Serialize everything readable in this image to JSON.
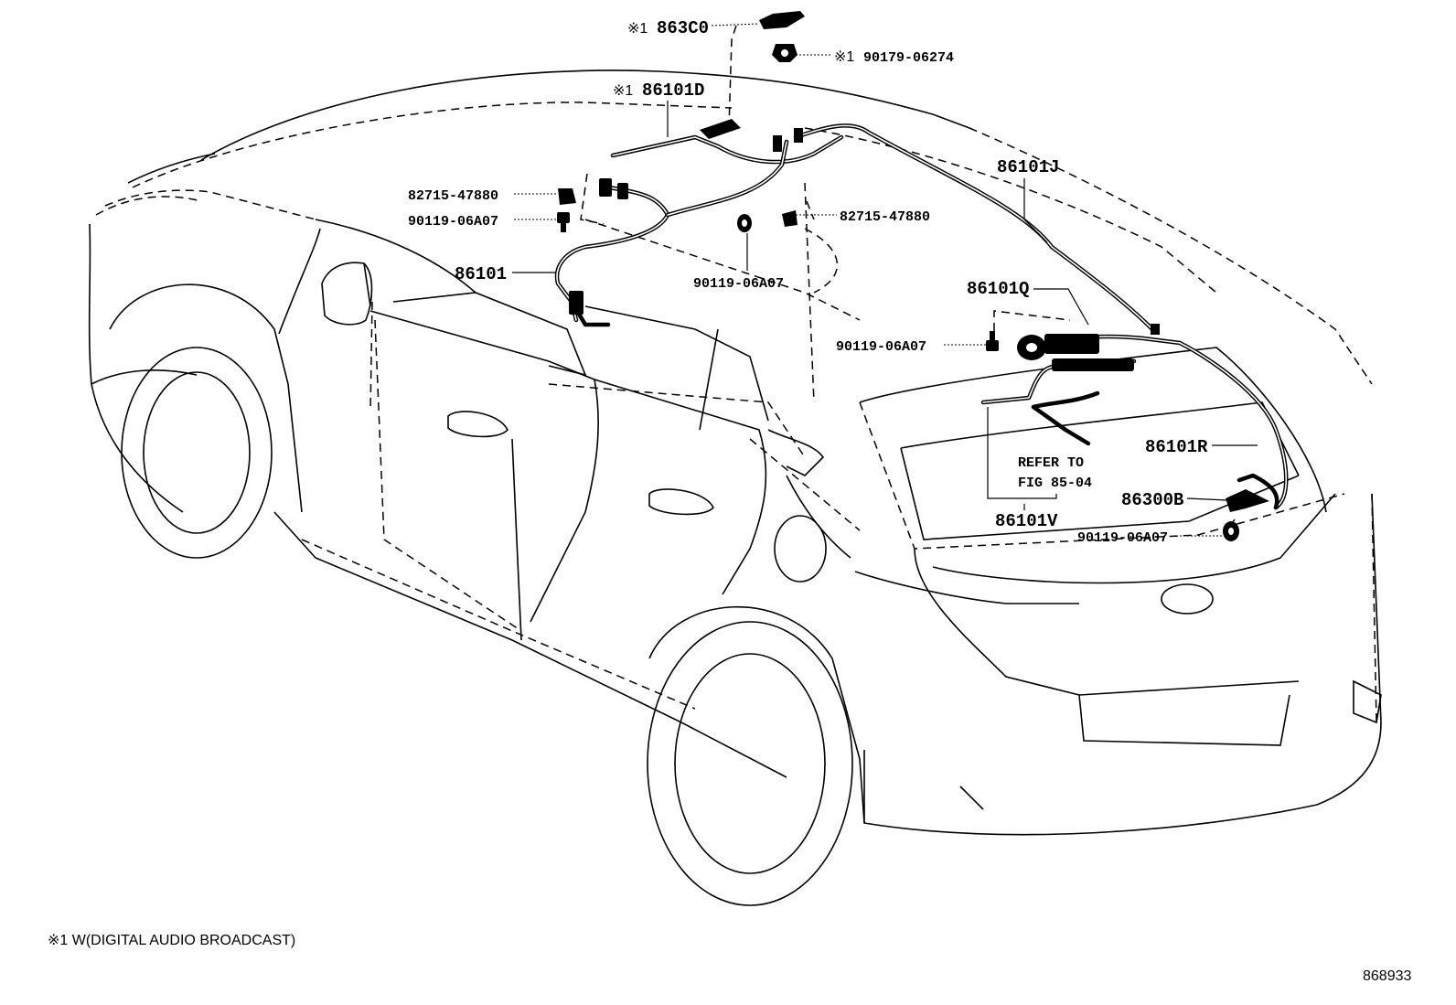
{
  "labels": {
    "p863c0": {
      "mark": "※1",
      "code": "863C0"
    },
    "p9017906274": {
      "mark": "※1",
      "code": "90179-06274"
    },
    "p86101d": {
      "mark": "※1",
      "code": "86101D"
    },
    "p86101j": "86101J",
    "p82715_a": "82715-47880",
    "p90119_a": "90119-06A07",
    "p82715_b": "82715-47880",
    "p86101": "86101",
    "p90119_b": "90119-06A07",
    "p86101q": "86101Q",
    "p90119_c": "90119-06A07",
    "p86101r": "86101R",
    "refer_line1": "REFER TO",
    "refer_line2": "FIG 85-04",
    "p86300b": "86300B",
    "p86101v": "86101V",
    "p90119_d": "90119-06A07"
  },
  "footnote": "※1 W(DIGITAL AUDIO BROADCAST)",
  "figure_number": "868933"
}
